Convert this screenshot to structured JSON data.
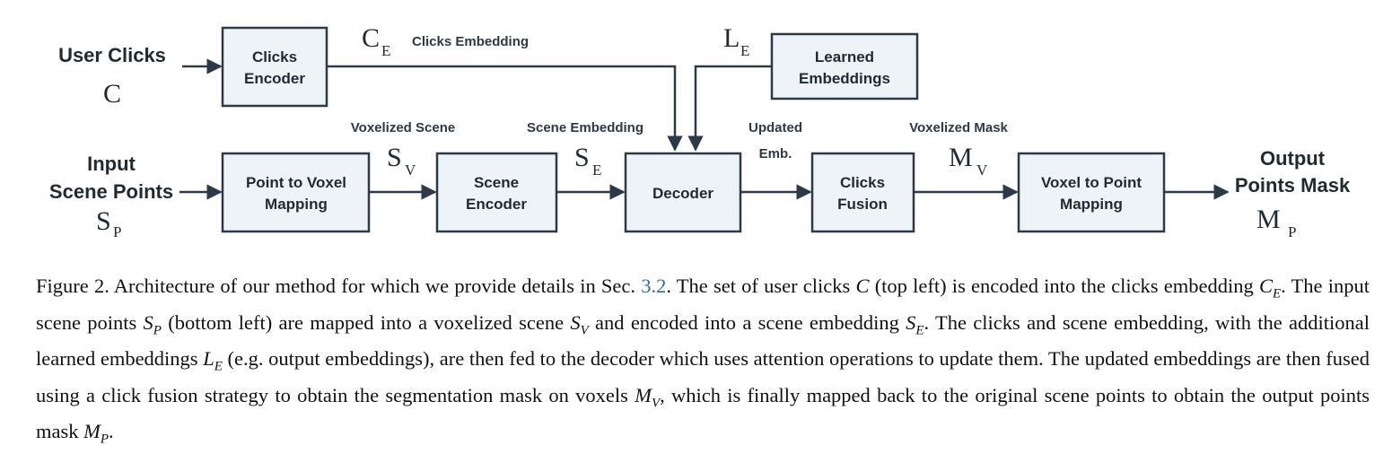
{
  "diagram": {
    "boxes": {
      "clicks_encoder": [
        "Clicks",
        "Encoder"
      ],
      "learned_embeddings": [
        "Learned",
        "Embeddings"
      ],
      "point_to_voxel": [
        "Point to Voxel",
        "Mapping"
      ],
      "scene_encoder": [
        "Scene",
        "Encoder"
      ],
      "decoder": [
        "Decoder"
      ],
      "clicks_fusion": [
        "Clicks",
        "Fusion"
      ],
      "voxel_to_point": [
        "Voxel to Point",
        "Mapping"
      ]
    },
    "inputs": {
      "user_clicks": {
        "label": "User Clicks",
        "symbol": "C"
      },
      "scene_points": {
        "label": [
          "Input",
          "Scene Points"
        ],
        "symbol": "S",
        "sub": "P"
      }
    },
    "output": {
      "label": [
        "Output",
        "Points Mask"
      ],
      "symbol": "M",
      "sub": "P"
    },
    "edges": {
      "clicks_embedding": {
        "label": "Clicks Embedding",
        "symbol": "C",
        "sub": "E"
      },
      "learned": {
        "symbol": "L",
        "sub": "E"
      },
      "voxelized_scene": {
        "label": "Voxelized Scene",
        "symbol": "S",
        "sub": "V"
      },
      "scene_embedding": {
        "label": "Scene Embedding",
        "symbol": "S",
        "sub": "E"
      },
      "updated_emb": {
        "label": [
          "Updated",
          "Emb."
        ]
      },
      "voxelized_mask": {
        "label": "Voxelized Mask",
        "symbol": "M",
        "sub": "V"
      }
    },
    "colors": {
      "box_fill": "#eef3f8",
      "stroke": "#2b3a46"
    }
  },
  "caption": {
    "prefix": "Figure 2. Architecture of our method for which we provide details in Sec. ",
    "ref": "3.2",
    "t1": ". The set of user clicks ",
    "m1": "C",
    "t2": " (top left) is encoded into the clicks embedding ",
    "m2": "C",
    "m2s": "E",
    "t3": ". The input scene points ",
    "m3": "S",
    "m3s": "P",
    "t4": " (bottom left) are mapped into a voxelized scene ",
    "m4": "S",
    "m4s": "V",
    "t5": " and encoded into a scene embedding ",
    "m5": "S",
    "m5s": "E",
    "t6": ". The clicks and scene embedding, with the additional learned embeddings ",
    "m6": "L",
    "m6s": "E",
    "t7": " (e.g. output embeddings), are then fed to the decoder which uses attention operations to update them. The updated embeddings are then fused using a click fusion strategy to obtain the segmentation mask on voxels ",
    "m7": "M",
    "m7s": "V",
    "t8": ", which is finally mapped back to the original scene points to obtain the output points mask ",
    "m8": "M",
    "m8s": "P",
    "t9": "."
  }
}
